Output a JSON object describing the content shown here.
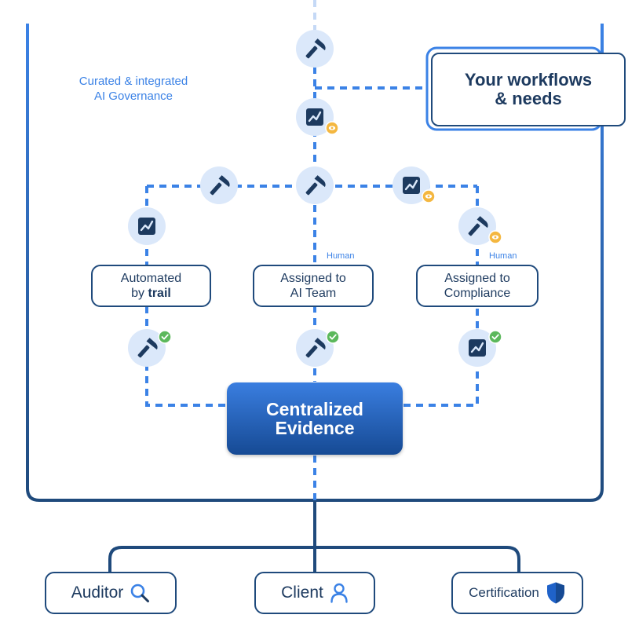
{
  "governance": {
    "heading_line1": "Curated & integrated",
    "heading_line2": "AI Governance"
  },
  "workflows": {
    "line1": "Your workflows",
    "line2": "& needs"
  },
  "boxes": {
    "automated_line1": "Automated",
    "automated_line2a": "by ",
    "automated_line2b": "trail",
    "ai_team_line1": "Assigned to",
    "ai_team_line2": "AI Team",
    "compliance_line1": "Assigned to",
    "compliance_line2": "Compliance"
  },
  "tags": {
    "human_center": "Human",
    "human_right": "Human"
  },
  "evidence": {
    "line1": "Centralized",
    "line2": "Evidence"
  },
  "stakeholders": {
    "auditor": "Auditor",
    "client": "Client",
    "certification": "Certification"
  },
  "colors": {
    "dashed_line": "#3b82e6",
    "frame_top": "#3b82e6",
    "frame_bottom": "#1f4a7c",
    "node_fill": "#dbe8fa",
    "icon": "#1d3a5f",
    "check_badge": "#5cb85c",
    "eye_badge": "#f4b740"
  },
  "icons": {
    "tool": "hammer-icon",
    "monitoring": "chart-icon",
    "approved": "check-badge-icon",
    "observed": "eye-badge-icon",
    "auditor": "search-icon",
    "client": "person-icon",
    "certification": "shield-icon"
  }
}
